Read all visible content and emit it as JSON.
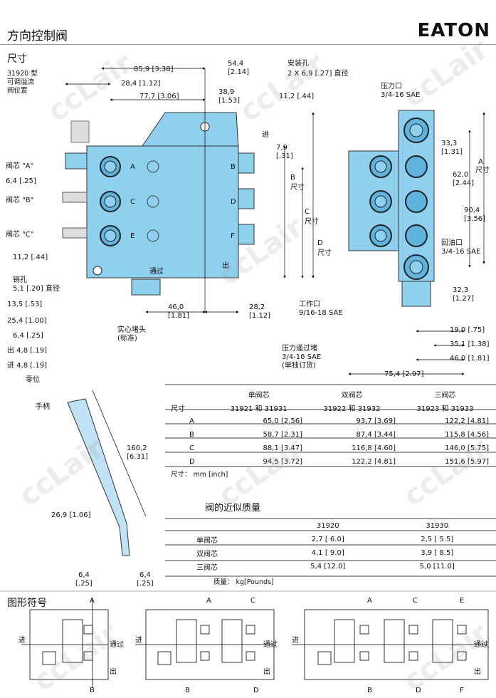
{
  "header": {
    "title": "方向控制阀",
    "brand": "EATON"
  },
  "dimensions_section": {
    "title": "尺寸"
  },
  "labels": {
    "valve_31920": [
      "31920 型",
      "可调溢流",
      "阀位置"
    ],
    "mount_hole": [
      "安装孔",
      "2 X 6,9 [.27] 直径"
    ],
    "pressure_port": [
      "压力口",
      "3/4-16 SAE"
    ],
    "return_port": [
      "回油口",
      "3/4-16 SAE"
    ],
    "work_port": [
      "工作口",
      "9/16-18 SAE"
    ],
    "power_beyond_plug": [
      "压力遥过堵",
      "3/4-16 SAE",
      "(单独订货)"
    ],
    "solid_plug": [
      "实心堵头",
      "(标准)"
    ],
    "pin_hole": [
      "销孔",
      "5,1 [.20] 直径"
    ],
    "spool_a": "阀芯 \"A\"",
    "spool_b": "阀芯 \"B\"",
    "spool_c": "阀芯 \"C\"",
    "in": "进",
    "out": "出",
    "pass": "通过",
    "zero": "零位",
    "handle": "手柄",
    "port_a": "A",
    "port_b": "B",
    "port_c": "C",
    "port_d": "D",
    "port_e": "E",
    "port_f": "F",
    "dim_b_label": [
      "B",
      "尺寸"
    ],
    "dim_c_label": [
      "C",
      "尺寸"
    ],
    "dim_d_label": [
      "D",
      "尺寸"
    ],
    "dim_a_label": [
      "A",
      "尺寸"
    ]
  },
  "dims": {
    "d1": [
      "54,4",
      "[2.14]"
    ],
    "d2": "85,9 [3.38]",
    "d3": "28,4 [1.12]",
    "d4": [
      "38,9",
      "[1.53]"
    ],
    "d5": "77,7 [3.06]",
    "d6": "11,2 [.44]",
    "d7": [
      "7,9",
      "[.31]"
    ],
    "d8": [
      "33,3",
      "[1.31]"
    ],
    "d9": [
      "62,0",
      "[2.44]"
    ],
    "d10": [
      "90,4",
      "[3.56]"
    ],
    "d11": [
      "32,3",
      "[1.27]"
    ],
    "d12": "19,0 [.75]",
    "d13": "35,1 [1.38]",
    "d14": "46,0 [1.81]",
    "d15": "75,4 [2.97]",
    "d16": "6,4 [.25]",
    "d17": "11,2 [.44]",
    "d18": "13,5 [.53]",
    "d19": "25,4 [1.00]",
    "d20": "6,4 [.25]",
    "d21": "出 4,8 [.19]",
    "d22": "进 4,8 [.19]",
    "d23": [
      "46,0",
      "[1.81]"
    ],
    "d24": [
      "28,2",
      "[1.12]"
    ],
    "d25": [
      "160,2",
      "[6.31]"
    ],
    "d26": "26,9 [1.06]",
    "d27": [
      "6,4",
      "[.25]"
    ],
    "d28": [
      "6,4",
      "[.25]"
    ]
  },
  "dimension_table": {
    "head_row1": [
      "",
      "单阀芯",
      "双阀芯",
      "三阀芯"
    ],
    "head_row2": [
      "尺寸",
      "31921 和 31931",
      "31922 和 31932",
      "31923 和 31933"
    ],
    "rows": [
      [
        "A",
        "65,0 [2.56]",
        "93,7 [3.69]",
        "122,2 [4.81]"
      ],
      [
        "B",
        "58,7 [2.31]",
        "87,4 [3.44]",
        "115,8 [4.56]"
      ],
      [
        "C",
        "88,1 [3.47]",
        "116,8 [4.60]",
        "146,0 [5.75]"
      ],
      [
        "D",
        "94,5 [3.72]",
        "122,2 [4.81]",
        "151,6 [5.97]"
      ]
    ],
    "note": "尺寸： mm [inch]"
  },
  "mass_table": {
    "title": "阀的近似质量",
    "head": [
      "",
      "31920",
      "31930"
    ],
    "rows": [
      [
        "单阀芯",
        "2,7 [  6.0]",
        "2,5 [  5.5]"
      ],
      [
        "双阀芯",
        "4,1 [  9.0]",
        "3,9 [  8.5]"
      ],
      [
        "三阀芯",
        "5,4 [12.0]",
        "5,0 [11.0]"
      ]
    ],
    "note": "质量： kg[Pounds]"
  },
  "symbols_section": {
    "title": "图形符号"
  },
  "watermark": "ccLair"
}
